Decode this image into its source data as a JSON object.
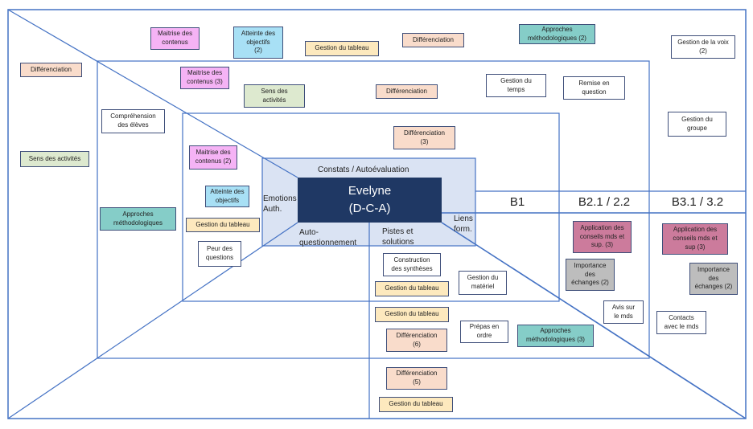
{
  "center": {
    "title": "Evelyne\n(D-C-A)",
    "top_label": "Constats / Autoévaluation",
    "left_label": "Emotions\nAuth.",
    "bottom_left_label": "Auto-\nquestionnement",
    "bottom_right_label": "Pistes et\nsolutions",
    "right_label": "Liens\nform."
  },
  "columns": [
    "B1",
    "B2.1 / 2.2",
    "B3.1 / 3.2"
  ],
  "colors": {
    "line": "#4472c4",
    "center_fill": "#dae3f3",
    "evelyne_fill": "#1f3864"
  },
  "notes": [
    {
      "text": "Maitrise des\ncontenus",
      "color": "pink"
    },
    {
      "text": "Atteinte des\nobjectifs\n(2)",
      "color": "blue"
    },
    {
      "text": "Gestion du tableau",
      "color": "yellow"
    },
    {
      "text": "Différenciation",
      "color": "peach"
    },
    {
      "text": "Approches\nméthodologiques (2)",
      "color": "teal"
    },
    {
      "text": "Gestion de la voix\n(2)",
      "color": "white"
    },
    {
      "text": "Différenciation",
      "color": "peach"
    },
    {
      "text": "Maitrise des\ncontenus (3)",
      "color": "pink"
    },
    {
      "text": "Sens des\nactivités",
      "color": "green"
    },
    {
      "text": "Différenciation",
      "color": "peach"
    },
    {
      "text": "Gestion du\ntemps",
      "color": "white"
    },
    {
      "text": "Remise en\nquestion",
      "color": "white"
    },
    {
      "text": "Compréhension\ndes élèves",
      "color": "white"
    },
    {
      "text": "Gestion du\ngroupe",
      "color": "white"
    },
    {
      "text": "Différenciation\n(3)",
      "color": "peach"
    },
    {
      "text": "Sens des activités",
      "color": "green"
    },
    {
      "text": "Maitrise des\ncontenus (2)",
      "color": "pink"
    },
    {
      "text": "Atteinte des\nobjectifs",
      "color": "blue"
    },
    {
      "text": "Approches\nméthodologiques",
      "color": "teal"
    },
    {
      "text": "Gestion du tableau",
      "color": "yellow"
    },
    {
      "text": "Peur des\nquestions",
      "color": "white"
    },
    {
      "text": "Application des\nconseils mds et\nsup. (3)",
      "color": "rose"
    },
    {
      "text": "Application des\nconseils mds et\nsup (3)",
      "color": "rose"
    },
    {
      "text": "Construction\ndes synthèses",
      "color": "white"
    },
    {
      "text": "Importance\ndes\néchanges (2)",
      "color": "gray"
    },
    {
      "text": "Importance\ndes\néchanges (2)",
      "color": "gray"
    },
    {
      "text": "Gestion du tableau",
      "color": "yellow"
    },
    {
      "text": "Gestion du\nmatériel",
      "color": "white"
    },
    {
      "text": "Avis sur\nle mds",
      "color": "white"
    },
    {
      "text": "Gestion du tableau",
      "color": "yellow"
    },
    {
      "text": "Contacts\navec le mds",
      "color": "white"
    },
    {
      "text": "Prépas en\nordre",
      "color": "white"
    },
    {
      "text": "Différenciation\n(6)",
      "color": "peach"
    },
    {
      "text": "Approches\nméthodologiques (3)",
      "color": "teal"
    },
    {
      "text": "Différenciation\n(5)",
      "color": "peach"
    },
    {
      "text": "Gestion du tableau",
      "color": "yellow"
    }
  ]
}
